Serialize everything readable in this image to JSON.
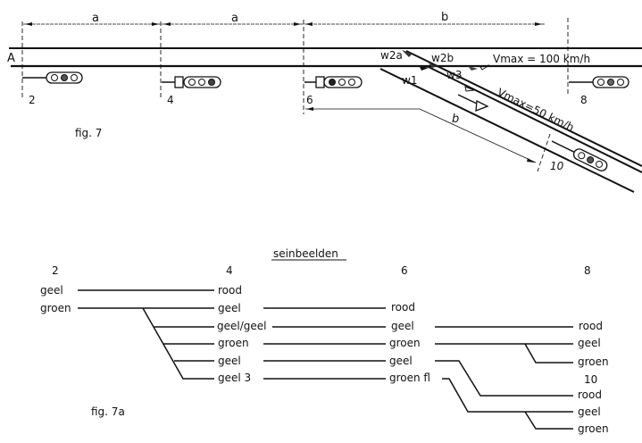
{
  "fig7": {
    "caption": "fig. 7",
    "track_label": "A",
    "dimensions": {
      "a1": "a",
      "a2": "a",
      "b_top": "b",
      "b_diag": "b"
    },
    "switch_labels": {
      "w2a": "w2a",
      "w2b": "w2b",
      "w1": "w1",
      "w3": "w3"
    },
    "speed_main": "Vmax = 100 km/h",
    "speed_branch": "Vmax=50 km/h",
    "signals": [
      {
        "id": "2",
        "label": "2"
      },
      {
        "id": "4",
        "label": "4"
      },
      {
        "id": "6",
        "label": "6"
      },
      {
        "id": "8",
        "label": "8"
      },
      {
        "id": "10",
        "label": "10"
      }
    ]
  },
  "fig7a": {
    "caption": "fig. 7a",
    "title": "seinbeelden",
    "columns": [
      "2",
      "4",
      "6",
      "8"
    ],
    "col2": [
      "geel",
      "groen"
    ],
    "col4": [
      "rood",
      "geel",
      "geel/geel",
      "groen",
      "geel",
      "geel 3"
    ],
    "col6": [
      "rood",
      "geel",
      "groen",
      "geel",
      "groen fl"
    ],
    "col8": [
      "rood",
      "geel",
      "groen"
    ],
    "col10_label": "10",
    "col10": [
      "rood",
      "geel",
      "groen"
    ]
  }
}
